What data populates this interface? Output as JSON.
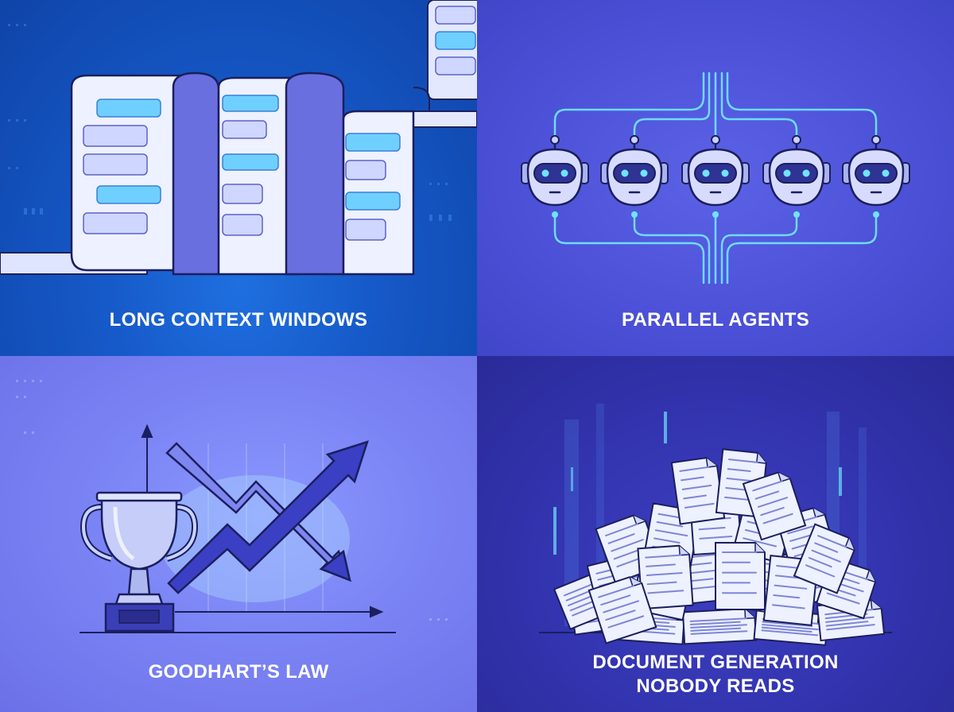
{
  "panels": [
    {
      "id": "long-context-windows",
      "caption_lines": [
        "LONG CONTEXT WINDOWS"
      ]
    },
    {
      "id": "parallel-agents",
      "caption_lines": [
        "PARALLEL AGENTS"
      ]
    },
    {
      "id": "goodharts-law",
      "caption_lines": [
        "GOODHART’S LAW"
      ]
    },
    {
      "id": "document-generation",
      "caption_lines": [
        "DOCUMENT GENERATION",
        "NOBODY READS"
      ]
    }
  ],
  "colors": {
    "panel_1_bg": "#1659c8",
    "panel_2_bg": "#4b50d6",
    "panel_3_bg": "#7b84f4",
    "panel_4_bg": "#3233ad",
    "outline": "#1b1f5e",
    "glow": "#6fe3ff",
    "paper": "#e9edff",
    "accent": "#6a6fe0"
  },
  "icons": [
    "scroll-icon",
    "chat-bubble-icon",
    "robot-icon",
    "circuit-icon",
    "trophy-icon",
    "trend-arrow-icon",
    "document-icon"
  ]
}
